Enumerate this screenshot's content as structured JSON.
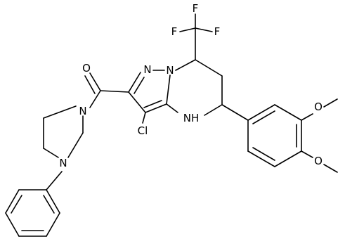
{
  "atoms": {
    "oxygen_carbonyl": "O",
    "nitrogen_pyrazole": "N",
    "nitrogen_bridge": "N",
    "nh_ring": "NH",
    "chlorine": "Cl",
    "fluorine_1": "F",
    "fluorine_2": "F",
    "fluorine_3": "F",
    "oxygen_methoxy_1": "O",
    "oxygen_methoxy_2": "O",
    "nitrogen_piperazine_1": "N",
    "nitrogen_piperazine_2": "N"
  }
}
